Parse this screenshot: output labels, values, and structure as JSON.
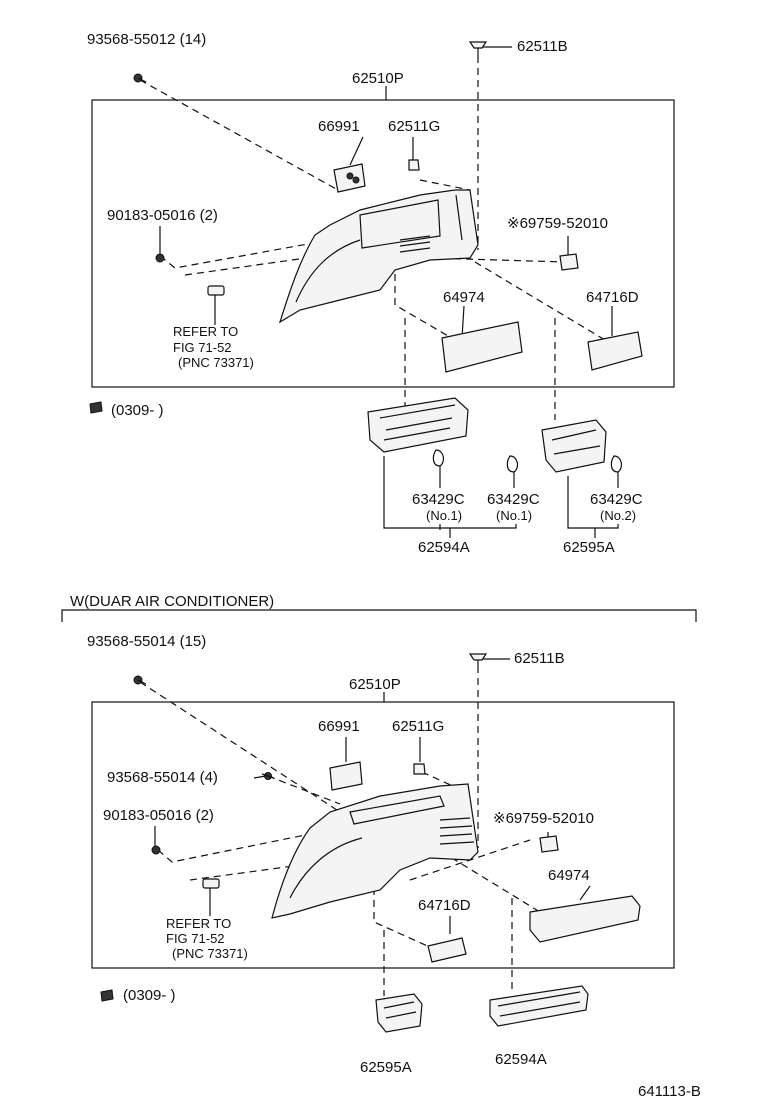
{
  "upper": {
    "bolt_label": "93568-55012 (14)",
    "clip_top_label": "62511B",
    "panel_label": "62510P",
    "handle_label": "66991",
    "clip_label": "62511G",
    "nut_label": "90183-05016 (2)",
    "asterisk_label": "※69759-52010",
    "cover_left_label": "64974",
    "cover_right_label": "64716D",
    "refer_line1": "REFER TO",
    "refer_line2": "FIG 71-52",
    "refer_line3": "(PNC 73371)",
    "date_label": "(0309-      )",
    "hook1_label": "63429C",
    "hook1_sub": "(No.1)",
    "hook2_label": "63429C",
    "hook2_sub": "(No.1)",
    "hook3_label": "63429C",
    "hook3_sub": "(No.2)",
    "tray_left_label": "62594A",
    "tray_right_label": "62595A"
  },
  "lower": {
    "section_title": "W(DUAR AIR CONDITIONER)",
    "bolt_label": "93568-55014 (15)",
    "clip_top_label": "62511B",
    "panel_label": "62510P",
    "handle_label": "66991",
    "clip_label": "62511G",
    "bolt_small_label": "93568-55014 (4)",
    "nut_label": "90183-05016 (2)",
    "asterisk_label": "※69759-52010",
    "cover_right_label": "64974",
    "cover_mid_label": "64716D",
    "refer_line1": "REFER TO",
    "refer_line2": "FIG 71-52",
    "refer_line3": "(PNC 73371)",
    "date_label": "(0309-      )",
    "tray_left_label": "62595A",
    "tray_right_label": "62594A"
  },
  "figure_id": "641113-B"
}
